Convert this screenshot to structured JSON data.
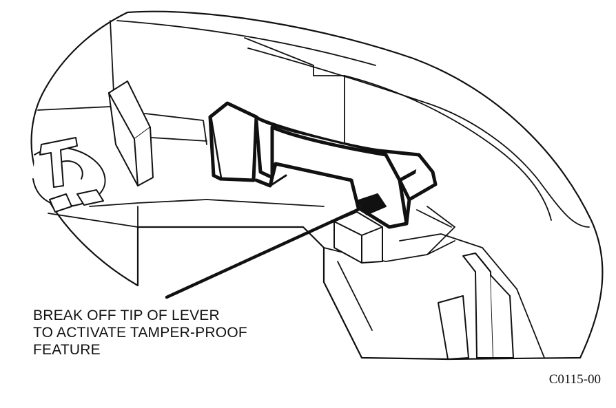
{
  "callout": {
    "line1": "BREAK OFF TIP OF LEVER",
    "line2": "TO ACTIVATE TAMPER-PROOF",
    "line3": "FEATURE"
  },
  "figure_code": "C0115-00",
  "colors": {
    "ink": "#111111",
    "paper": "#ffffff"
  }
}
